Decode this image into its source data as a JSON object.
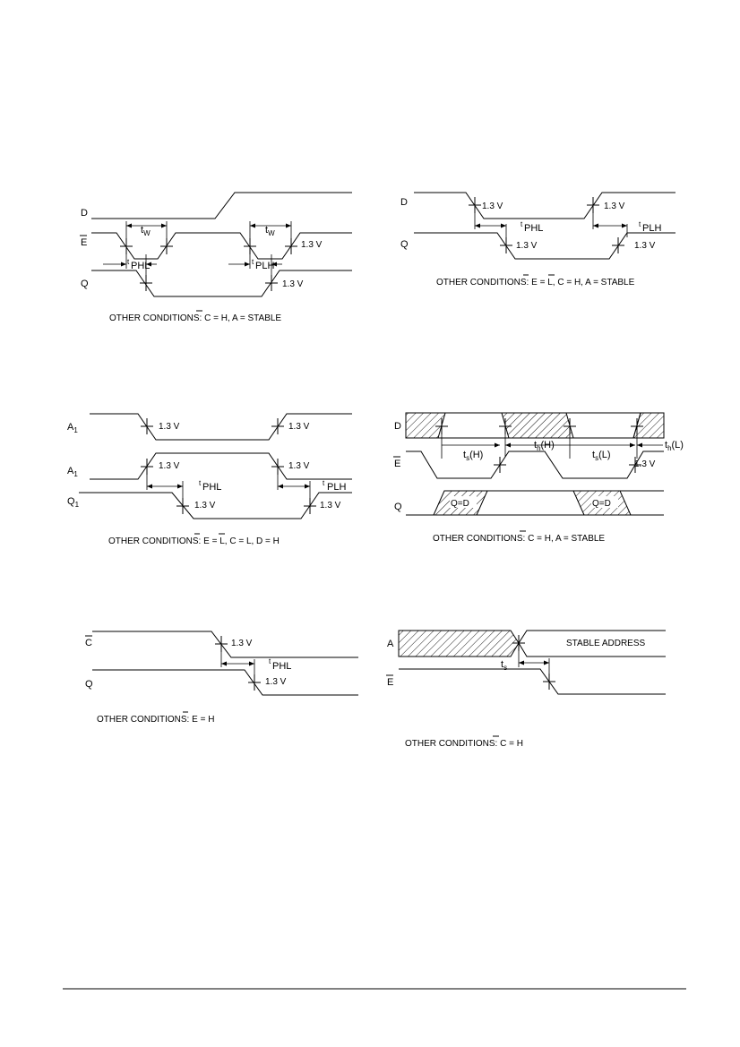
{
  "volt": "1.3 V",
  "signals": {
    "D": "D",
    "E": "E",
    "Q": "Q",
    "A1": "A",
    "one": "1",
    "Q1": "Q",
    "C": "C",
    "A": "A"
  },
  "timings": {
    "t": "t",
    "w": "W",
    "PHL": "PHL",
    "PLH": "PLH",
    "s_H": "(H)",
    "s_L": "(L)",
    "s": "s",
    "h": "h"
  },
  "conditions": {
    "d1_prefix": "OTHER CONDITIONS: ",
    "d1_bar": "C",
    "d1_rest": " = H, A = STABLE",
    "d2_prefix": "OTHER CONDITIONS: ",
    "d2_bar1": "E",
    "d2_mid": " = L, ",
    "d2_bar2": "C",
    "d2_rest": " = H, A = STABLE",
    "d3_prefix": "OTHER CONDITIONS: ",
    "d3_bar1": "E",
    "d3_mid": " = L, ",
    "d3_bar2": "C",
    "d3_rest": " = L, D = H",
    "d4_prefix": "OTHER CONDITIONS: ",
    "d4_bar": "C",
    "d4_rest": " = H, A = STABLE",
    "d5_prefix": "OTHER CONDITIONS: ",
    "d5_bar": "E",
    "d5_rest": " = H",
    "d6_prefix": "OTHER CONDITIONS: ",
    "d6_bar": "C",
    "d6_rest": " = H"
  },
  "labels": {
    "q_eq_d": "Q=D",
    "stable_address": "STABLE ADDRESS"
  }
}
